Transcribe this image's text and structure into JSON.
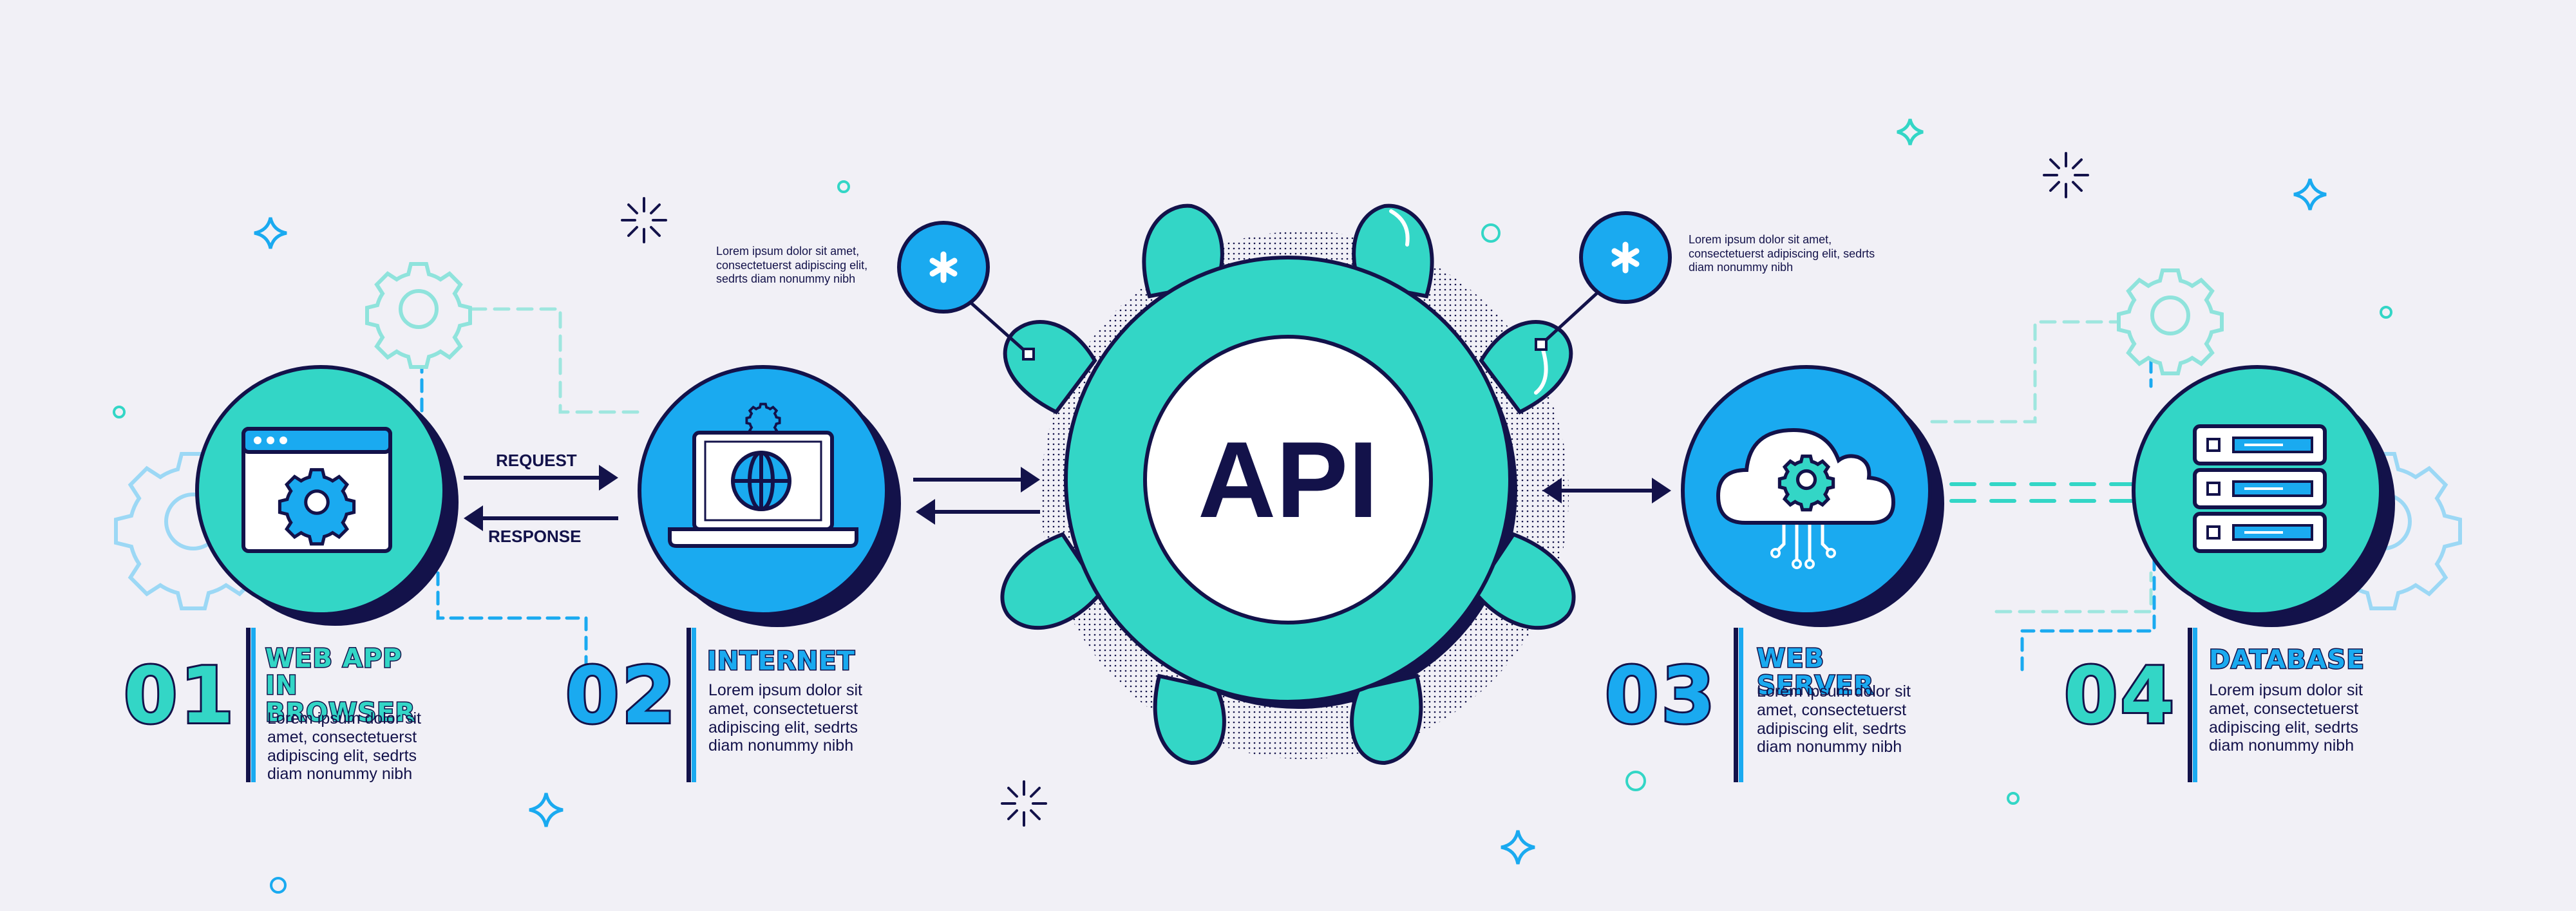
{
  "center": {
    "label": "API"
  },
  "arrows": {
    "request_label": "REQUEST",
    "response_label": "RESPONSE"
  },
  "notes": [
    {
      "text": "Lorem ipsum dolor sit amet,\nconsectetuerst adipiscing elit,\nsedrts diam nonummy nibh"
    },
    {
      "text": "Lorem ipsum dolor sit amet,\nconsectetuerst adipiscing elit, sedrts\ndiam nonummy nibh"
    }
  ],
  "steps": [
    {
      "number": "01",
      "title": "WEB APP\nIN BROWSER",
      "description": "Lorem ipsum dolor sit\namet, consectetuerst\nadipiscing elit, sedrts\ndiam nonummy nibh",
      "icon": "browser-gear-icon"
    },
    {
      "number": "02",
      "title": "INTERNET",
      "description": "Lorem ipsum dolor sit\namet, consectetuerst\nadipiscing elit, sedrts\ndiam nonummy nibh",
      "icon": "laptop-globe-icon"
    },
    {
      "number": "03",
      "title": "WEB SERVER",
      "description": "Lorem ipsum dolor sit\namet, consectetuerst\nadipiscing elit, sedrts\ndiam nonummy nibh",
      "icon": "cloud-gear-icon"
    },
    {
      "number": "04",
      "title": "DATABASE",
      "description": "Lorem ipsum dolor sit\namet, consectetuerst\nadipiscing elit, sedrts\ndiam nonummy nibh",
      "icon": "server-rack-icon"
    }
  ],
  "colors": {
    "background": "#f1f0f6",
    "teal": "#33d6c6",
    "blue": "#1aaaf0",
    "navy": "#13124a",
    "light_teal": "#8fe3dc",
    "light_blue": "#9cd8f5"
  }
}
